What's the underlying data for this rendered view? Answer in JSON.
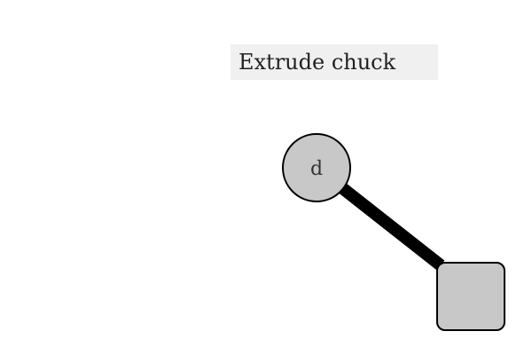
{
  "diagram": {
    "title": "Extrude chuck",
    "nodes": [
      {
        "id": "d",
        "label": "d",
        "shape": "circle",
        "fill": "#c8c8c8",
        "stroke": "#000000"
      },
      {
        "id": "box",
        "label": "",
        "shape": "rounded-square",
        "fill": "#c8c8c8",
        "stroke": "#000000"
      }
    ],
    "edges": [
      {
        "from": "d",
        "to": "box",
        "color": "#000000"
      }
    ],
    "colors": {
      "title_background": "#f0f0f0",
      "node_fill": "#c8c8c8",
      "edge": "#000000",
      "background": "#ffffff"
    }
  }
}
